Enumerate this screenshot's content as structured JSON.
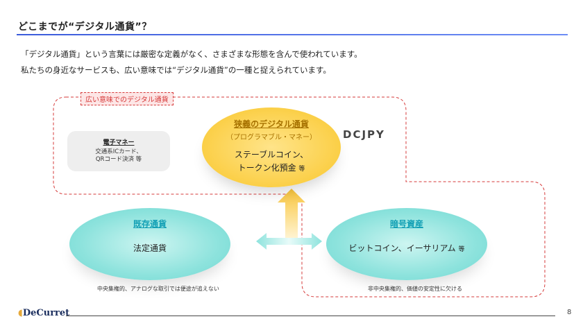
{
  "page": {
    "title": "どこまでが“デジタル通貨”？",
    "paragraph1": "「デジタル通貨」という言葉には厳密な定義がなく、さまざまな形態を含んで使われています。",
    "paragraph2": "私たちの身近なサービスも、広い意味では“デジタル通貨”の一種と捉えられています。",
    "page_number": "8"
  },
  "diagram": {
    "broad_label": "広い意味でのデジタル通貨",
    "emoney": {
      "title": "電子マネー",
      "line1": "交通系ICカード、",
      "line2": "QRコード決済 等"
    },
    "narrow": {
      "heading": "狭義のデジタル通貨",
      "subheading": "（プログラマブル・マネー）",
      "line1": "ステーブルコイン、",
      "line2": "トークン化預金",
      "suffix": "等"
    },
    "brand": "DCJPY",
    "legacy": {
      "heading": "既存通貨",
      "body": "法定通貨",
      "note": "中央集権的、アナログな取引では便途が追えない"
    },
    "crypto": {
      "heading": "暗号資産",
      "body": "ビットコイン、イーサリアム",
      "suffix": "等",
      "note": "非中央集権的、価値の安定性に欠ける"
    }
  },
  "footer": {
    "logo": "DeCurret"
  },
  "colors": {
    "accent_blue": "#3b5bdb",
    "dash_red": "#d63a3a",
    "gold": "#fbcf47",
    "teal": "#8ee3dd",
    "heading_teal": "#13a0b5"
  }
}
